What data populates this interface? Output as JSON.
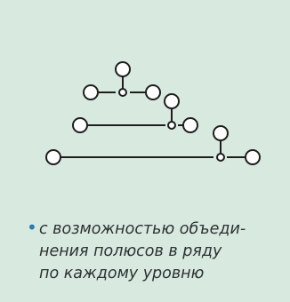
{
  "colors": {
    "background": "#d8eadf",
    "line": "#1e1e1e",
    "node_fill": "#ffffff",
    "bullet": "#2a7ab5",
    "text": "#2e3133"
  },
  "diagram": {
    "description_free": true,
    "levels": 3,
    "node_shape": "circle"
  },
  "note": {
    "bullet": "•",
    "text": "с возможностью объеди-\nнения полюсов в ряду\nпо каждому уровню"
  }
}
